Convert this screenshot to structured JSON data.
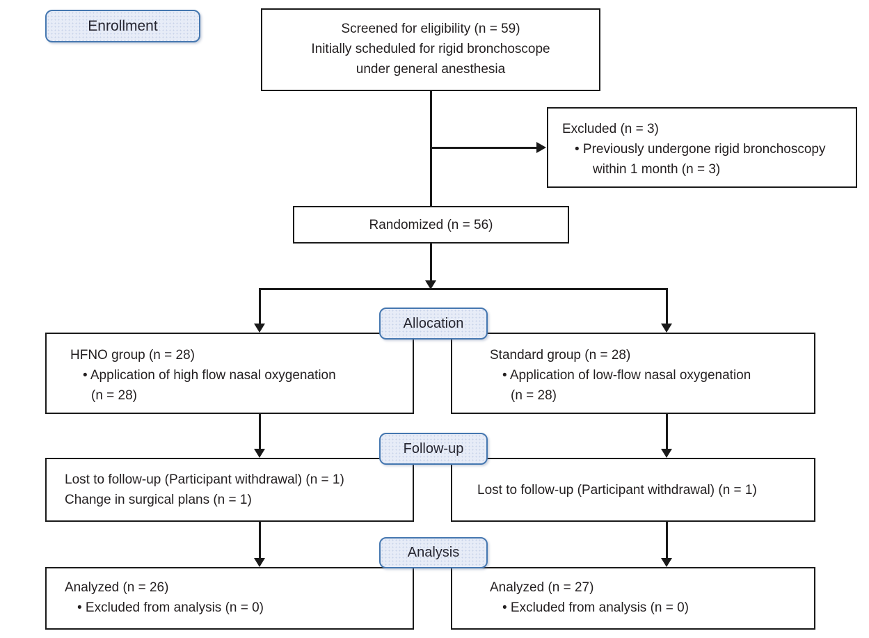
{
  "colors": {
    "box_border": "#1a1a1a",
    "text_color": "#231f20",
    "badge_fill": "#e7ecf7",
    "badge_border": "#4577b0",
    "badge_text": "#262631",
    "line_color": "#1a1a1a",
    "bg": "#ffffff"
  },
  "stages": {
    "enrollment": "Enrollment",
    "allocation": "Allocation",
    "follow_up": "Follow-up",
    "analysis": "Analysis"
  },
  "boxes": {
    "screened": {
      "line1": "Screened for eligibility (n = 59)",
      "line2": "Initially scheduled for rigid bronchoscope",
      "line3": "under general anesthesia"
    },
    "excluded": {
      "title": "Excluded (n = 3)",
      "bullet": "• Previously undergone rigid bronchoscopy",
      "cont": "within 1 month (n = 3)"
    },
    "randomized": {
      "label": "Randomized (n = 56)"
    },
    "hfno_group": {
      "title": "HFNO group (n = 28)",
      "bullet": "• Application of high flow nasal oxygenation",
      "cont": "(n = 28)"
    },
    "standard_group": {
      "title": "Standard group (n = 28)",
      "bullet": "• Application of low-flow nasal oxygenation",
      "cont": "(n = 28)"
    },
    "follow_up_left": {
      "line1": "Lost to follow-up (Participant withdrawal) (n = 1)",
      "line2": "Change in surgical plans (n = 1)"
    },
    "follow_up_right": {
      "line1": "Lost to follow-up (Participant withdrawal) (n = 1)"
    },
    "analysis_left": {
      "title": "Analyzed (n = 26)",
      "bullet": "• Excluded from analysis (n = 0)"
    },
    "analysis_right": {
      "title": "Analyzed (n = 27)",
      "bullet": "• Excluded from analysis (n = 0)"
    }
  }
}
